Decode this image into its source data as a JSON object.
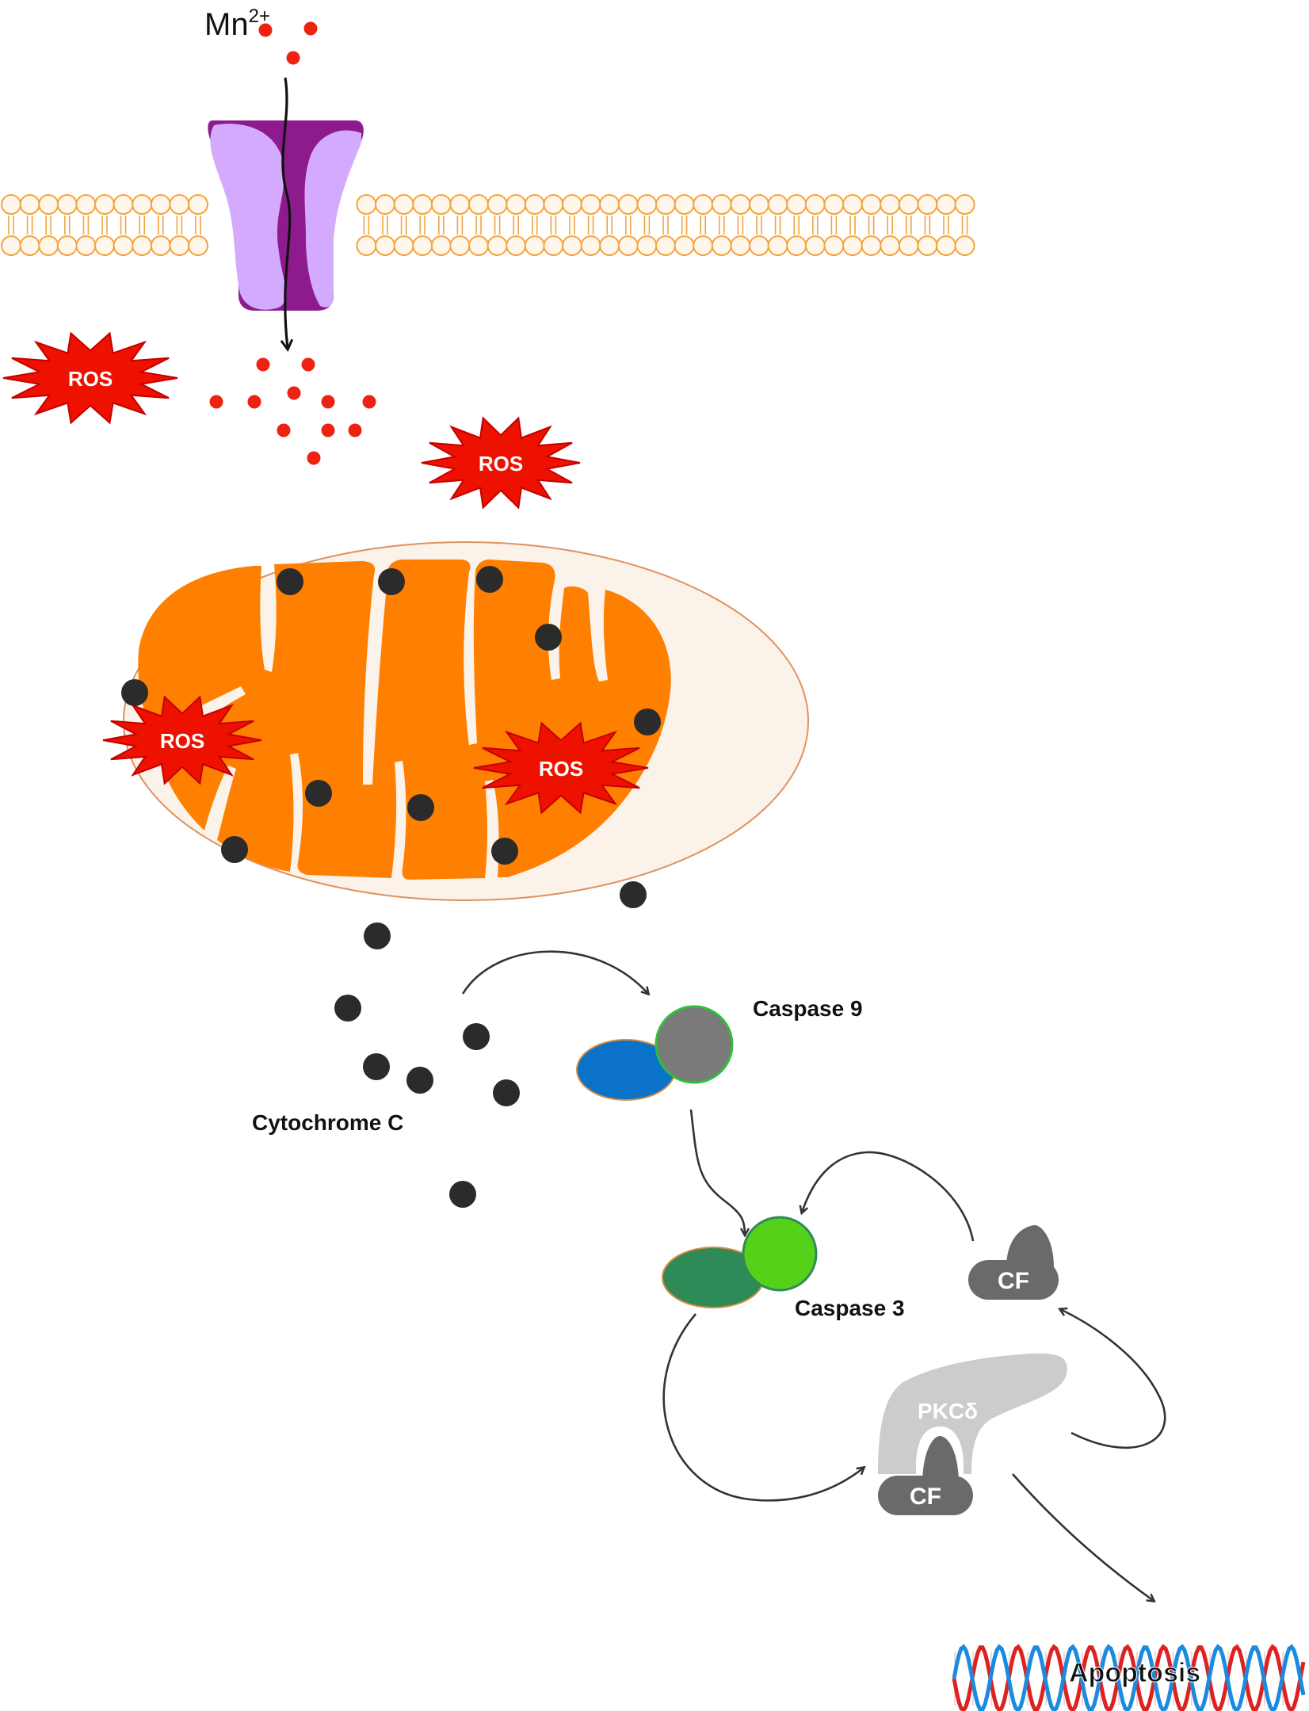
{
  "ion": {
    "symbol": "Mn",
    "charge": "2+"
  },
  "ros_label": "ROS",
  "labels": {
    "cytochrome_c": "Cytochrome C",
    "caspase9": "Caspase 9",
    "caspase3": "Caspase 3",
    "pkc": "PKCδ",
    "cf": "CF",
    "apoptosis": "Apoptosis"
  },
  "colors": {
    "ion": "#ee2211",
    "membrane": "#f5a33d",
    "channel_dark": "#8e1b8e",
    "channel_light": "#d4aaff",
    "ros_fill": "#ee1100",
    "ros_outline": "#c40000",
    "mitochondria": "#ff7f00",
    "mito_membrane": "#fbf3ea",
    "cytochrome": "#2b2b2b",
    "caspase9_a": "#0a72c8",
    "caspase9_b": "#7a7a7a",
    "caspase3_a": "#2e8b57",
    "caspase3_b": "#55d11a",
    "cf": "#6a6a6a",
    "pkc": "#cccccc",
    "dna_red": "#dd2222",
    "dna_blue": "#1a8bdf",
    "arrow": "#333333"
  }
}
